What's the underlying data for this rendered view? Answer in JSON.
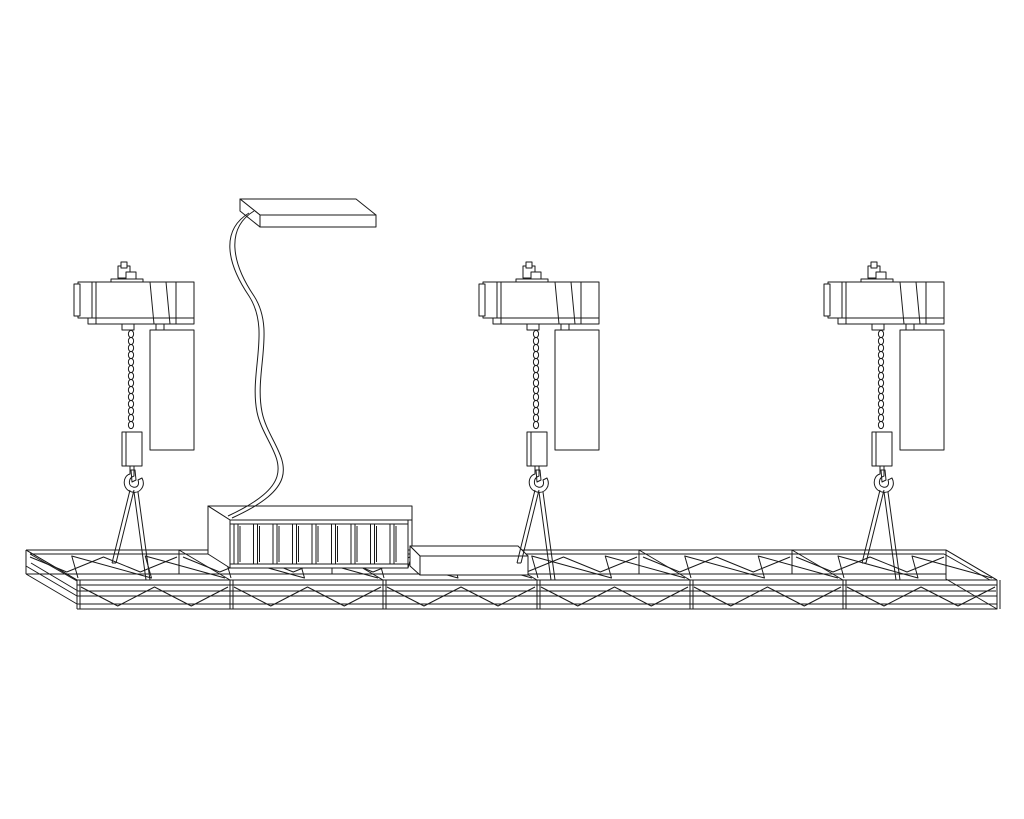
{
  "diagram": {
    "hoists": [
      {
        "id": "hoist-1"
      },
      {
        "id": "hoist-2"
      },
      {
        "id": "hoist-3"
      }
    ],
    "truss": {
      "segments": 6
    },
    "cable_box": {
      "slats": 9
    },
    "colors": {
      "line": "#1a1a1a",
      "background": "#ffffff"
    }
  }
}
